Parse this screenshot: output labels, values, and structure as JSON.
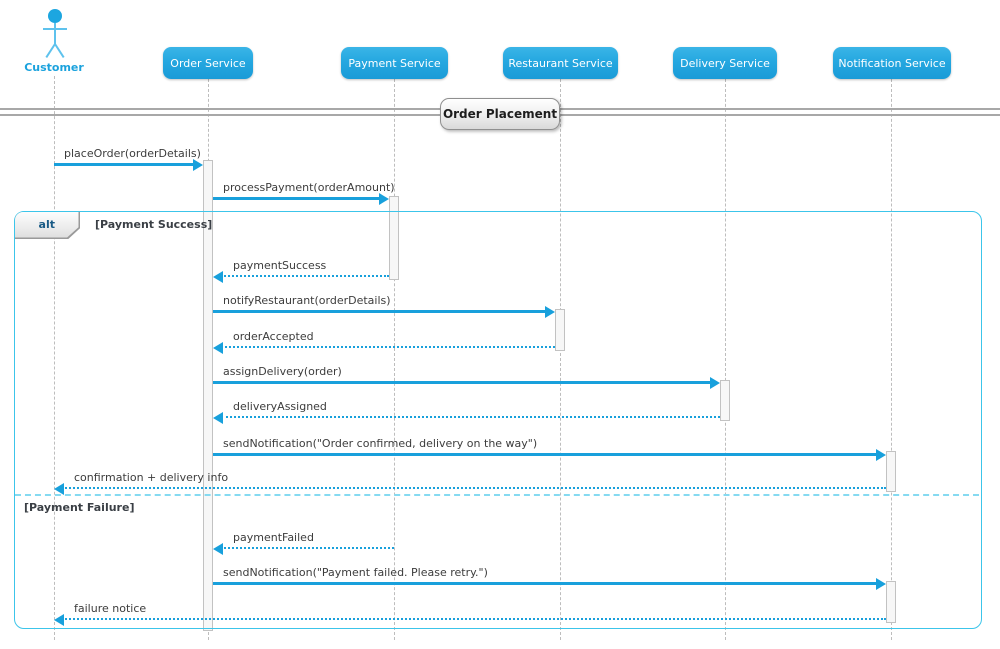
{
  "diagram": {
    "divider_title": "Order Placement",
    "actor": {
      "label": "Customer"
    },
    "participants": [
      {
        "label": "Order Service"
      },
      {
        "label": "Payment Service"
      },
      {
        "label": "Restaurant Service"
      },
      {
        "label": "Delivery Service"
      },
      {
        "label": "Notification Service"
      }
    ],
    "alt_frame": {
      "operator": "alt",
      "guards": [
        "[Payment Success]",
        "[Payment Failure]"
      ]
    },
    "messages": [
      {
        "text": "placeOrder(orderDetails)",
        "from": "Customer",
        "to": "Order Service",
        "kind": "call"
      },
      {
        "text": "processPayment(orderAmount)",
        "from": "Order Service",
        "to": "Payment Service",
        "kind": "call"
      },
      {
        "text": "paymentSuccess",
        "from": "Payment Service",
        "to": "Order Service",
        "kind": "return"
      },
      {
        "text": "notifyRestaurant(orderDetails)",
        "from": "Order Service",
        "to": "Restaurant Service",
        "kind": "call"
      },
      {
        "text": "orderAccepted",
        "from": "Restaurant Service",
        "to": "Order Service",
        "kind": "return"
      },
      {
        "text": "assignDelivery(order)",
        "from": "Order Service",
        "to": "Delivery Service",
        "kind": "call"
      },
      {
        "text": "deliveryAssigned",
        "from": "Delivery Service",
        "to": "Order Service",
        "kind": "return"
      },
      {
        "text": "sendNotification(\"Order confirmed, delivery on the way\")",
        "from": "Order Service",
        "to": "Notification Service",
        "kind": "call"
      },
      {
        "text": "confirmation + delivery info",
        "from": "Notification Service",
        "to": "Customer",
        "kind": "return"
      },
      {
        "text": "paymentFailed",
        "from": "Payment Service",
        "to": "Order Service",
        "kind": "return"
      },
      {
        "text": "sendNotification(\"Payment failed. Please retry.\")",
        "from": "Order Service",
        "to": "Notification Service",
        "kind": "call"
      },
      {
        "text": "failure notice",
        "from": "Notification Service",
        "to": "Customer",
        "kind": "return"
      }
    ],
    "colors": {
      "arrow_blue": "#18a0dc",
      "participant_fill": "#25a7e0",
      "actor_blue": "#1ca6e0",
      "frame_cyan": "#3cc5ea",
      "lifeline_gray": "#bdbdbd",
      "divider_gray": "#a8a8a8",
      "text_dark": "#3c3c3c"
    }
  }
}
